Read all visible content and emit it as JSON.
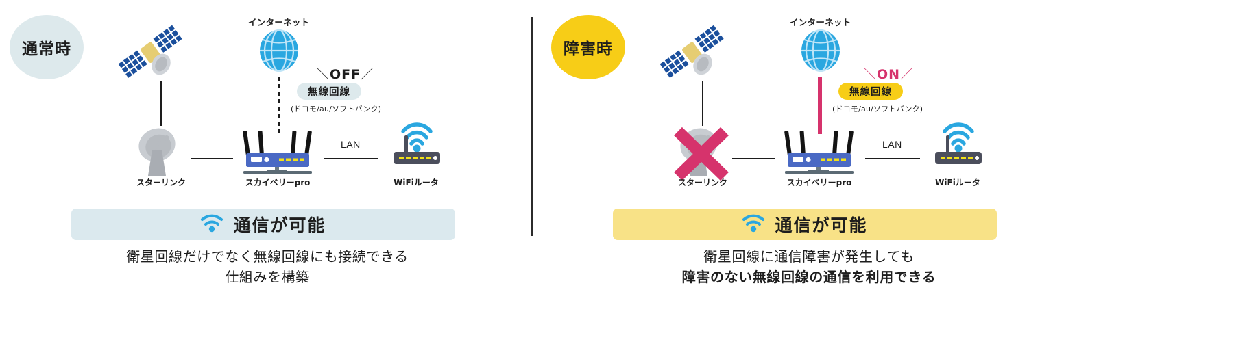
{
  "panels": [
    {
      "state_label": "通常時",
      "state_badge_color": "#dde9ec",
      "internet_label": "インターネット",
      "satellite_caption": "スターリンク",
      "router_caption": "スカイベリーpro",
      "wifi_caption": "WiFiルータ",
      "lan_label": "LAN",
      "toggle_label": "OFF",
      "toggle_color": "#1d1d1d",
      "wireless_pill_label": "無線回線",
      "wireless_pill_color": "#dde9ec",
      "carriers_label": "(ドコモ/au/ソフトバンク)",
      "link_style": "dashed",
      "link_color": "#1d1d1d",
      "satellite_failed": false,
      "banner_label": "通信が可能",
      "banner_color": "#dbe9ee",
      "caption_line1": "衛星回線だけでなく無線回線にも接続できる",
      "caption_line2": "仕組みを構築",
      "caption_line2_bold": false
    },
    {
      "state_label": "障害時",
      "state_badge_color": "#f7cd17",
      "internet_label": "インターネット",
      "satellite_caption": "スターリンク",
      "router_caption": "スカイベリーpro",
      "wifi_caption": "WiFiルータ",
      "lan_label": "LAN",
      "toggle_label": "ON",
      "toggle_color": "#d6336c",
      "wireless_pill_label": "無線回線",
      "wireless_pill_color": "#f7cd17",
      "carriers_label": "(ドコモ/au/ソフトバンク)",
      "link_style": "solid",
      "link_color": "#d6336c",
      "satellite_failed": true,
      "banner_label": "通信が可能",
      "banner_color": "#f8e287",
      "caption_line1": "衛星回線に通信障害が発生しても",
      "caption_line2": "障害のない無線回線の通信を利用できる",
      "caption_line2_bold": true
    }
  ],
  "colors": {
    "globe_blue": "#2aa7e0",
    "satellite_panel_blue": "#1b4f9c",
    "satellite_body_yellow": "#e6cd72",
    "dish_gray": "#b7bbc0",
    "router_blue": "#4a69c4",
    "router_led_yellow": "#f2e118",
    "wifi_router_gray": "#4b4e5c",
    "wifi_signal_blue": "#2aa7e0",
    "error_red": "#d6336c",
    "line_black": "#1d1d1d"
  }
}
